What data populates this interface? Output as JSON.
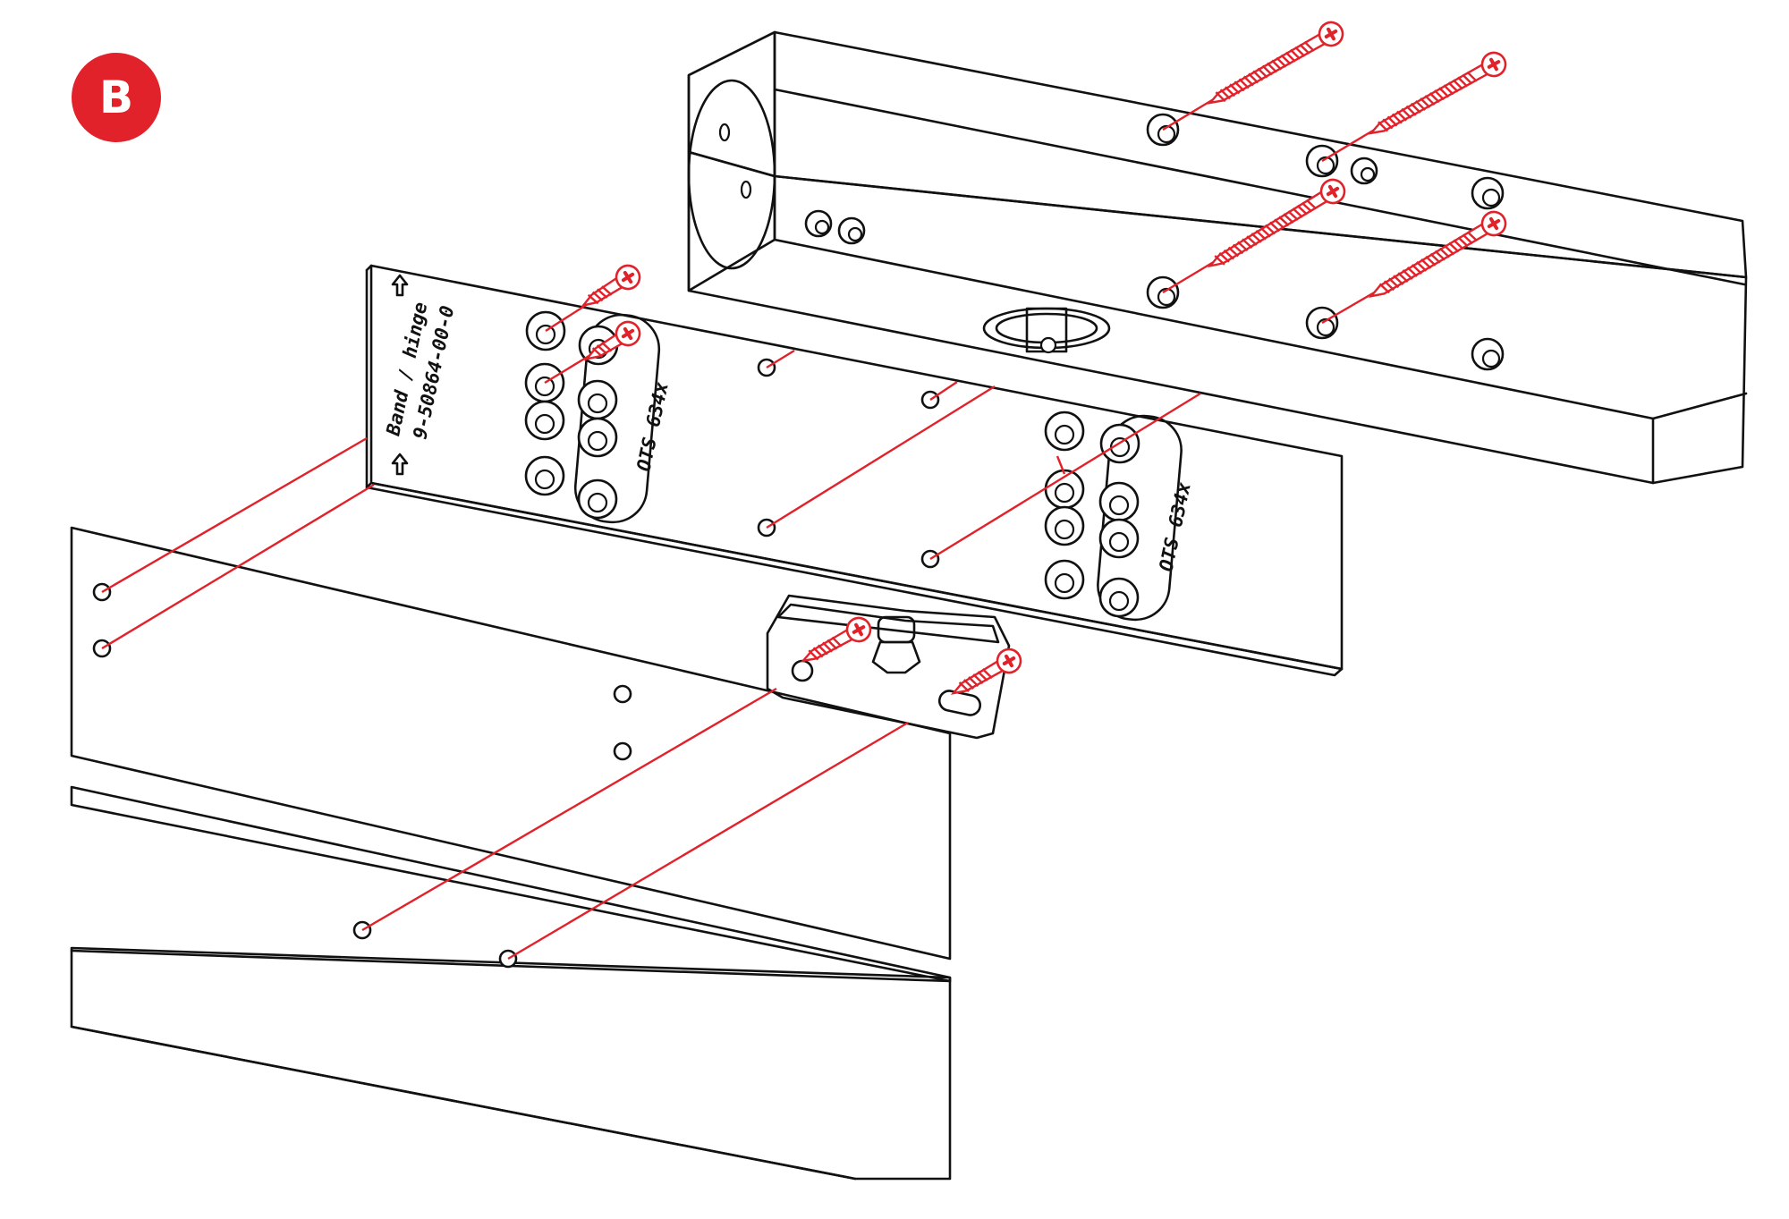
{
  "figure": {
    "step_letter": "B",
    "plate_text_line1": "Band / hinge",
    "plate_text_line2": "9-50864-00-0",
    "plate_marking_1": "OTS 634x",
    "plate_marking_2": "OTS 634x"
  },
  "colors": {
    "accent_red": "#e1222a",
    "outline": "#111111",
    "door_fill": "#edebe6",
    "white": "#ffffff"
  },
  "icons": {
    "arrows": "arrow-up-icon",
    "screws": "screw-icon"
  }
}
